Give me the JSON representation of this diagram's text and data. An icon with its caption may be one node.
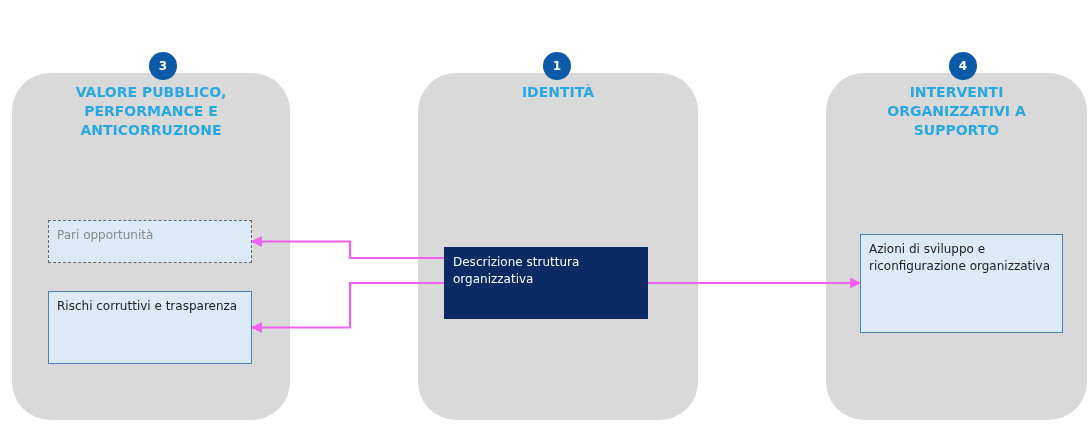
{
  "diagram": {
    "nodes": [
      {
        "text": [
          "3"
        ]
      },
      {
        "text": [
          "VALORE PUBBLICO, PERFORMANCE E ANTICORRUZIONE"
        ]
      },
      {
        "text": [
          "Pari opportunità"
        ],
        "in": 1
      },
      {
        "text": [
          "Rischi corruttivi e trasparenza"
        ],
        "in": 1
      },
      {
        "text": [
          "1"
        ]
      },
      {
        "text": [
          "IDENTITÀ"
        ]
      },
      {
        "text": [
          "Descrizione struttura organizzativa"
        ],
        "in": 5
      },
      {
        "text": [
          "4"
        ]
      },
      {
        "text": [
          "INTERVENTI ORGANIZZATIVI A SUPPORTO"
        ]
      },
      {
        "text": [
          "Azioni di sviluppo e riconfigurazione organizzativa"
        ],
        "in": 8
      }
    ],
    "edges": [
      {
        "from": 6,
        "to": 2,
        "arrow": "to"
      },
      {
        "from": 6,
        "to": 3,
        "arrow": "to"
      },
      {
        "from": 6,
        "to": 9,
        "arrow": "to"
      }
    ]
  }
}
